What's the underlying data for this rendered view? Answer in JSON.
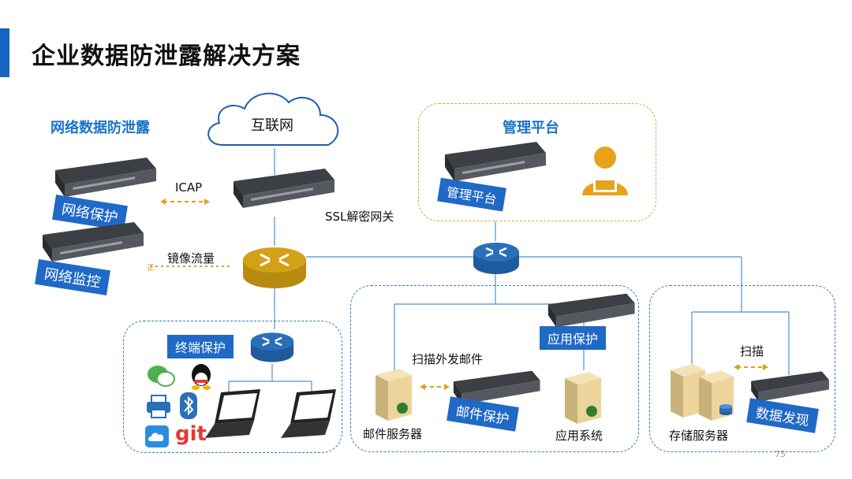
{
  "title": "企业数据防泄露解决方案",
  "network_dlp_label": "网络数据防泄露",
  "internet_label": "互联网",
  "management": {
    "heading": "管理平台",
    "device_tag": "管理平台"
  },
  "network_devices": {
    "protect_tag": "网络保护",
    "monitor_tag": "网络监控",
    "icap_label": "ICAP",
    "mirror_label": "镜像流量",
    "mirror_marker": "正",
    "ssl_label": "SSL解密网关"
  },
  "endpoint": {
    "tag": "终端保护",
    "app_icons": [
      "wechat-icon",
      "qq-icon",
      "printer-icon",
      "bluetooth-icon",
      "cloud-icon",
      "git-icon"
    ],
    "git_text": "git"
  },
  "mail_zone": {
    "scan_label": "扫描外发邮件",
    "mail_server_label": "邮件服务器",
    "mail_protect_tag": "邮件保护",
    "app_protect_tag": "应用保护",
    "app_system_label": "应用系统"
  },
  "storage_zone": {
    "scan_label": "扫描",
    "storage_label": "存储服务器",
    "discovery_tag": "数据发现"
  },
  "page_number": "75",
  "colors": {
    "accent": "#1565c0",
    "tag_bg": "#2069c6",
    "heading_blue": "#1a73c8",
    "router_gold": "#d4a017",
    "router_blue": "#2a6fb8",
    "mgmt_border": "#d9a441",
    "arrow_gold": "#e0a020",
    "person_gold": "#e8a21a"
  }
}
